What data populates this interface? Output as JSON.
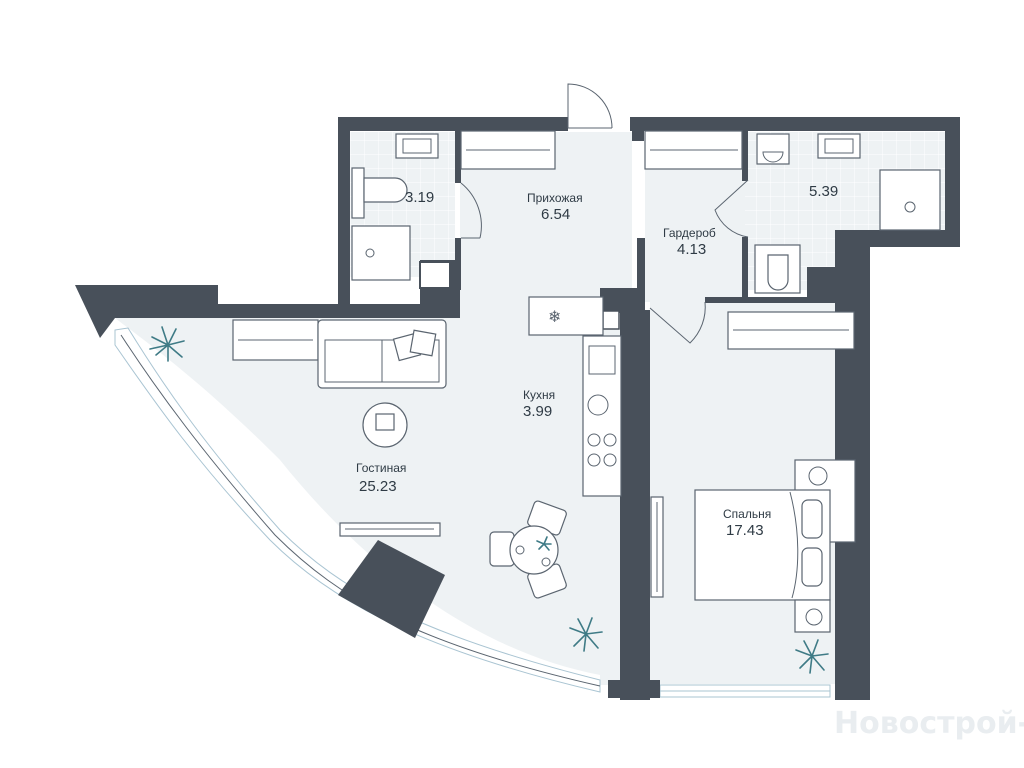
{
  "rooms": {
    "bathroom_left": {
      "area": "3.19"
    },
    "hallway": {
      "name": "Прихожая",
      "area": "6.54"
    },
    "bathroom_right": {
      "area": "5.39"
    },
    "wardrobe": {
      "name": "Гардероб",
      "area": "4.13"
    },
    "kitchen": {
      "name": "Кухня",
      "area": "3.99"
    },
    "living": {
      "name": "Гостиная",
      "area": "25.23"
    },
    "bedroom": {
      "name": "Спальня",
      "area": "17.43"
    }
  },
  "watermark": "Новострой-М",
  "colors": {
    "wall": "#48505a",
    "floor": "#eef2f4",
    "plant": "#3f7b86",
    "window": "#a9c4d2"
  }
}
